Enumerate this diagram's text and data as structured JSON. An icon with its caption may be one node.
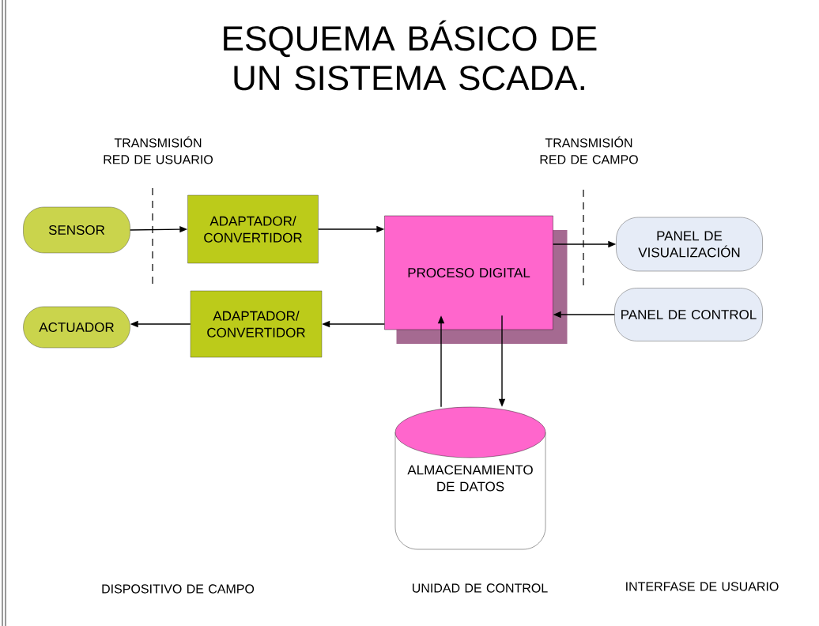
{
  "diagram": {
    "title": "ESQUEMA BÁSICO DE UN SISTEMA SCADA.",
    "nodes": [
      {
        "text": [
          "SENSOR"
        ]
      },
      {
        "text": [
          "ADAPTADOR/ CONVERTIDOR"
        ]
      },
      {
        "text": [
          "PROCESO DIGITAL"
        ]
      },
      {
        "text": [
          "PANEL DE VISUALIZACIÓN"
        ]
      },
      {
        "text": [
          "ACTUADOR"
        ]
      },
      {
        "text": [
          "ADAPTADOR/ CONVERTIDOR"
        ]
      },
      {
        "text": [
          "PANEL DE CONTROL"
        ]
      },
      {
        "text": [
          "ALMACENAMIENTO DE DATOS"
        ]
      }
    ],
    "edges": [
      {
        "from": 0,
        "to": 1,
        "arrow": "to"
      },
      {
        "from": 1,
        "to": 2,
        "arrow": "to"
      },
      {
        "from": 2,
        "to": 3,
        "arrow": "to"
      },
      {
        "from": 6,
        "to": 2,
        "arrow": "to"
      },
      {
        "from": 2,
        "to": 5,
        "arrow": "to"
      },
      {
        "from": 5,
        "to": 4,
        "arrow": "to"
      },
      {
        "from": 7,
        "to": 2,
        "arrow": "to"
      },
      {
        "from": 2,
        "to": 7,
        "arrow": "to"
      }
    ],
    "labels": [
      "TRANSMISIÓN RED DE USUARIO",
      "TRANSMISIÓN RED DE CAMPO",
      "DISPOSITIVO DE CAMPO",
      "UNIDAD DE CONTROL",
      "INTERFASE DE USUARIO"
    ]
  }
}
